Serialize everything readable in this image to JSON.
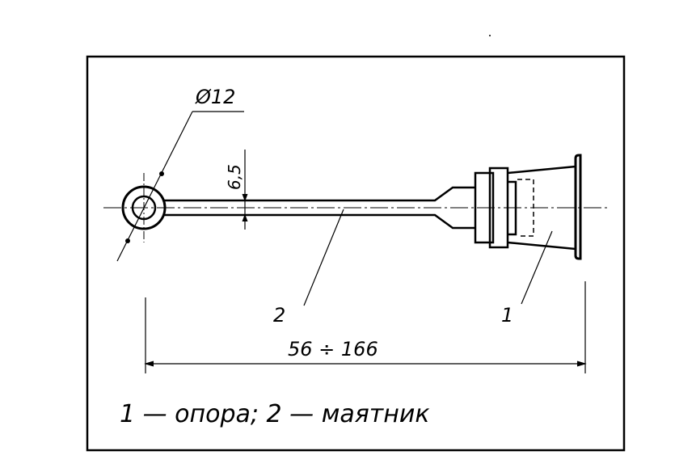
{
  "dimensions": {
    "diameter": "Ø12",
    "thickness": "6,5",
    "length_range": "56 ÷ 166"
  },
  "callouts": {
    "part_1": "1",
    "part_2": "2"
  },
  "legend": "1 — опора; 2 — маятник"
}
